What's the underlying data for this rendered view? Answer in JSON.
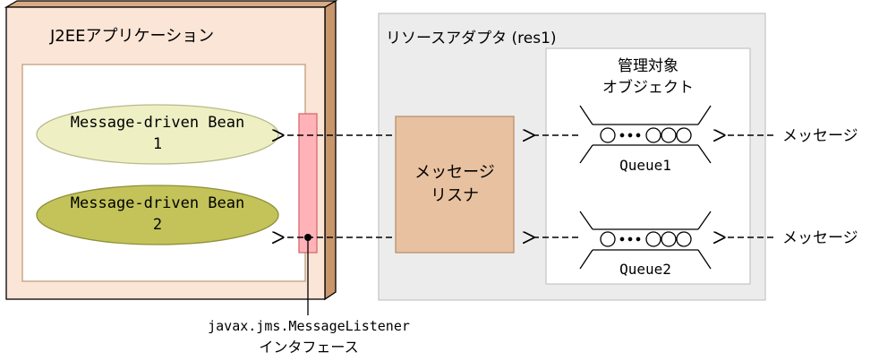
{
  "j2ee_app": {
    "title": "J2EEアプリケーション",
    "beans": [
      {
        "label_line1": "Message-driven Bean",
        "label_line2": "1"
      },
      {
        "label_line1": "Message-driven Bean",
        "label_line2": "2"
      }
    ]
  },
  "resource_adapter": {
    "title": "リソースアダプタ (res1)",
    "listener": {
      "line1": "メッセージ",
      "line2": "リスナ"
    },
    "admin_objects": {
      "title_line1": "管理対象",
      "title_line2": "オブジェクト",
      "queues": [
        {
          "name": "Queue1"
        },
        {
          "name": "Queue2"
        }
      ]
    }
  },
  "interface": {
    "line1": "javax.jms.MessageListener",
    "line2": "インタフェース"
  },
  "incoming": [
    {
      "label": "メッセージ"
    },
    {
      "label": "メッセージ"
    }
  ],
  "colors": {
    "app_face": "#fbe5d6",
    "app_side": "#c8966b",
    "adapter_bg": "#ececec",
    "bean1_fill": "#eef0c4",
    "bean2_fill": "#c3c35a",
    "interface_bar": "#ffb3b8",
    "listener_fill": "#e8c1a0"
  }
}
